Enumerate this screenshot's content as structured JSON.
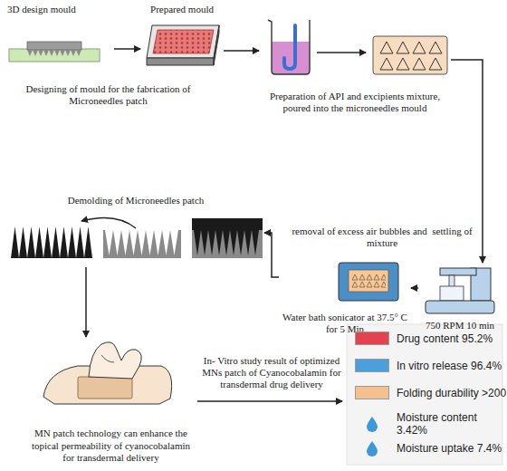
{
  "diagram": {
    "nodes": [
      {
        "text": [
          "3D design mould"
        ]
      },
      {
        "text": [
          "Prepared mould"
        ]
      },
      {
        "text": [
          "Preparation of API and excipients mixture, poured into the microneedles mould"
        ]
      },
      {
        "text": [
          "750 RPM 10 min"
        ]
      },
      {
        "text": [
          "Water bath sonicator at 37.5° C for 5 Min"
        ]
      },
      {
        "text": [
          "Demolding of Microneedles patch"
        ]
      },
      {
        "text": [
          "MN patch technology can enhance the topical permeability of cyanocobalamin for transdermal delivery"
        ]
      }
    ],
    "edges": [
      {
        "from": 0,
        "to": 1,
        "arrow": "to"
      },
      {
        "from": 1,
        "to": 2,
        "arrow": "to"
      },
      {
        "from": 2,
        "to": 3,
        "arrow": "to"
      },
      {
        "from": 3,
        "to": 4,
        "arrow": "to"
      },
      {
        "from": 4,
        "to": 5,
        "arrow": "to"
      },
      {
        "from": 5,
        "to": 6,
        "arrow": "to"
      }
    ],
    "labels": [
      "Designing of mould for the fabrication of Microneedles patch",
      "removal of excess air bubbles and  settling of mixture",
      "In- Vitro study result of optimized MNs patch of Cyanocobalamin for transdermal drug delivery"
    ],
    "legend": [
      {
        "text": "Drug content 95.2%",
        "color": "#e5424f"
      },
      {
        "text": "In vitro release 96.4%",
        "color": "#4a9fdc"
      },
      {
        "text": "Folding durability >200",
        "color": "#f4c08e"
      },
      {
        "text": "Moisture content 3.42%"
      },
      {
        "text": "Moisture uptake 7.4%"
      }
    ]
  }
}
